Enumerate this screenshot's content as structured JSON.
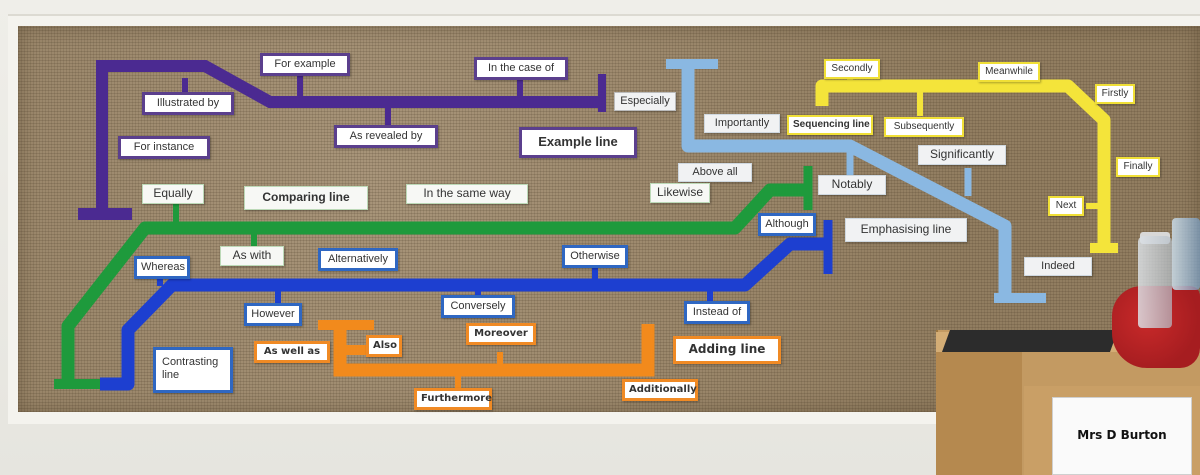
{
  "purple": {
    "for_example": "For example",
    "in_the_case_of": "In the case of",
    "illustrated_by": "Illustrated by",
    "especially": "Especially",
    "as_revealed_by": "As revealed by",
    "for_instance": "For instance",
    "title": "Example line"
  },
  "green": {
    "equally": "Equally",
    "title": "Comparing line",
    "in_the_same_way": "In the same way",
    "likewise": "Likewise",
    "as_with": "As with"
  },
  "blue": {
    "whereas": "Whereas",
    "alternatively": "Alternatively",
    "otherwise": "Otherwise",
    "although": "Although",
    "however": "However",
    "conversely": "Conversely",
    "instead_of": "Instead of",
    "title_line1": "Contrasting",
    "title_line2": "line"
  },
  "orange": {
    "as_well_as": "As well as",
    "also": "Also",
    "moreover": "Moreover",
    "title": "Adding line",
    "furthermore": "Furthermore",
    "additionally": "Additionally"
  },
  "lightblue": {
    "importantly": "Importantly",
    "above_all": "Above all",
    "notably": "Notably",
    "significantly": "Significantly",
    "title": "Emphasising line",
    "indeed": "Indeed"
  },
  "yellow": {
    "secondly": "Secondly",
    "meanwhile": "Meanwhile",
    "firstly": "Firstly",
    "title": "Sequencing line",
    "subsequently": "Subsequently",
    "finally": "Finally",
    "next": "Next"
  },
  "nameplate": "Mrs D Burton",
  "colors": {
    "purple": "#4b2a91",
    "green": "#1e9a3c",
    "blue": "#1d3fd0",
    "orange": "#f28a1c",
    "lightblue": "#8ab8e2",
    "yellow": "#f4e43a",
    "burlap": "#9d8a6c"
  }
}
